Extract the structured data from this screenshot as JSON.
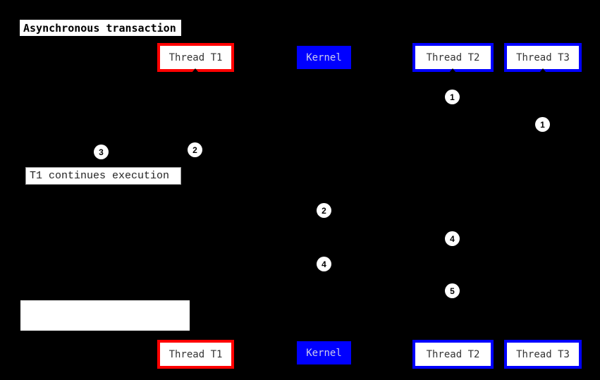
{
  "diagram": {
    "title": "Asynchronous transaction",
    "colors": {
      "background": "#000000",
      "t1_border": "#ff0000",
      "t2_t3_border": "#0000ff",
      "kernel_bg": "#0000ff",
      "actor_text": "#333333",
      "kernel_text": "#ccccee",
      "badge_bg": "#ffffff",
      "badge_text": "#000000"
    },
    "actors": {
      "t1": {
        "label": "Thread T1"
      },
      "kernel": {
        "label": "Kernel"
      },
      "t2": {
        "label": "Thread T2"
      },
      "t3": {
        "label": "Thread T3"
      }
    },
    "notes": {
      "t1_continues": "T1 continues execution",
      "empty_note": ""
    },
    "badges": [
      {
        "n": "1"
      },
      {
        "n": "1"
      },
      {
        "n": "2"
      },
      {
        "n": "3"
      },
      {
        "n": "2"
      },
      {
        "n": "4"
      },
      {
        "n": "4"
      },
      {
        "n": "5"
      }
    ]
  }
}
